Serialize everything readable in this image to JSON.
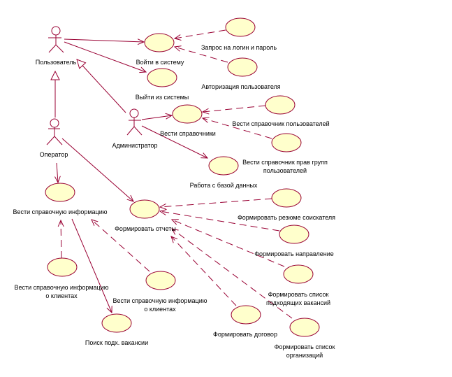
{
  "actors": {
    "user": "Пользователь",
    "operator": "Оператор",
    "admin": "Администратор"
  },
  "use_cases": {
    "login": "Войти в систему",
    "logout": "Выйти из системы",
    "request_login": "Запрос на логин и пароль",
    "authorization": "Авторизация пользователя",
    "manage_refs": "Вести справочники",
    "users_ref": "Вести справочник пользователей",
    "rights_ref_1": "Вести справочник прав групп",
    "rights_ref_2": "пользователей",
    "database": "Работа с базой данных",
    "ref_info": "Вести справочную информацию",
    "ref_clients_left_1": "Вести справочную информацию",
    "ref_clients_left_2": "о клиентах",
    "ref_clients_mid_1": "Вести справочную информацию",
    "ref_clients_mid_2": "о клиентах",
    "search_vacancy": "Поиск подх. вакансии",
    "reports": "Формировать отчеты",
    "resume": "Формировать резюме соискателя",
    "referral": "Формировать направление",
    "vacancy_list_1": "Формировать список",
    "vacancy_list_2": "подходящих вакансий",
    "contract": "Формировать договор",
    "org_list_1": "Формировать список",
    "org_list_2": "организаций"
  },
  "colors": {
    "line": "#990033",
    "usecase_fill": "#ffffcc"
  }
}
